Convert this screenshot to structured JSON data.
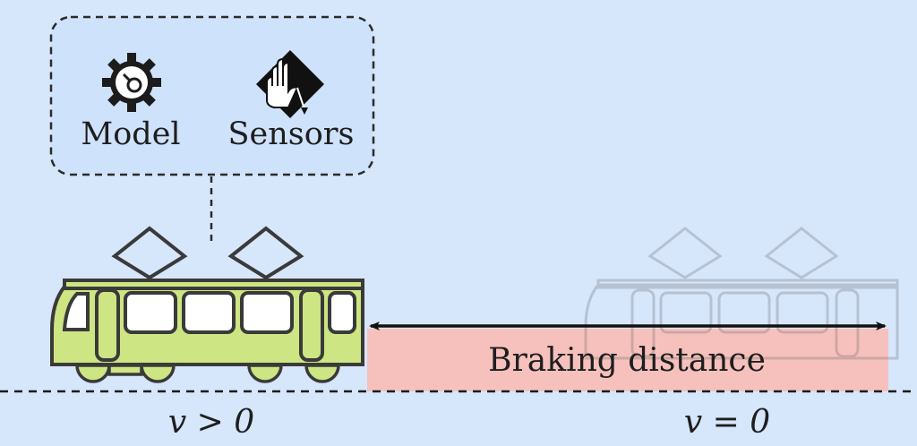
{
  "panel": {
    "model_label": "Model",
    "sensors_label": "Sensors",
    "model_icon": "gear-icon",
    "sensors_icon": "hand-sensor-icon"
  },
  "tram_moving": {
    "velocity_label": "v > 0",
    "color": "#cde582"
  },
  "tram_stopped": {
    "velocity_label": "v = 0",
    "opacity": 0.25
  },
  "braking": {
    "label": "Braking distance",
    "color": "#f6c1bd"
  },
  "colors": {
    "background": "#d6e6fb",
    "panel_fill": "#cfe2fb",
    "stroke": "#2b2b2b"
  }
}
